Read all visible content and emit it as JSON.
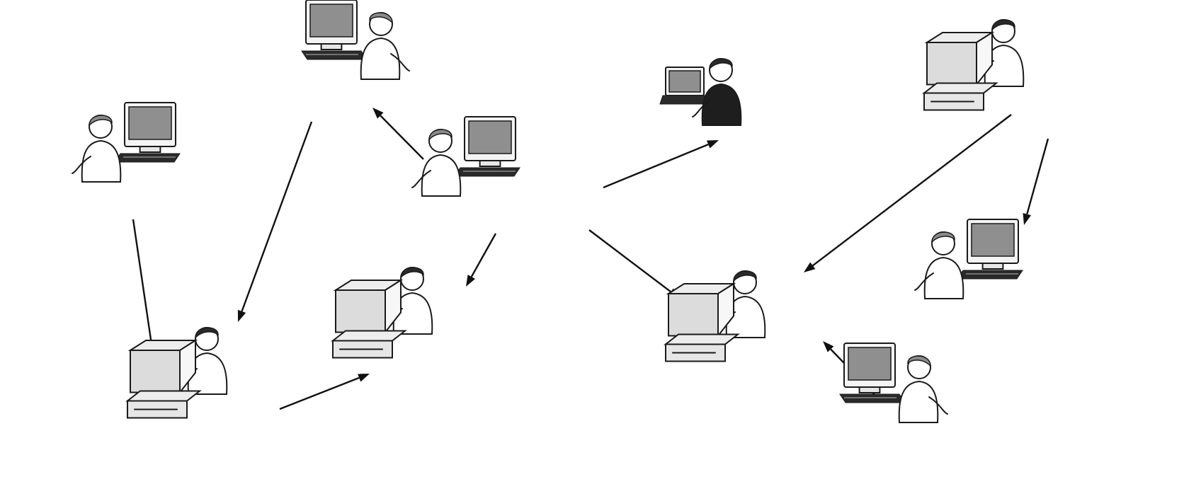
{
  "diagram": {
    "type": "peer-to-peer-network",
    "background_color": "#ffffff",
    "ink_color": "#1a1a1a",
    "nodes": [
      {
        "id": "n1",
        "icon": "person-at-desktop-computer"
      },
      {
        "id": "n2",
        "icon": "person-at-desktop-computer"
      },
      {
        "id": "n3",
        "icon": "person-at-workstation"
      },
      {
        "id": "n4",
        "icon": "person-at-workstation"
      },
      {
        "id": "n5",
        "icon": "person-at-desktop-computer"
      },
      {
        "id": "n6",
        "icon": "person-at-laptop"
      },
      {
        "id": "n7",
        "icon": "person-at-workstation"
      },
      {
        "id": "n8",
        "icon": "person-at-workstation"
      },
      {
        "id": "n9",
        "icon": "person-at-desktop-computer"
      },
      {
        "id": "n10",
        "icon": "person-at-desktop-computer"
      }
    ],
    "edges": [
      {
        "from": "n1",
        "to": "n3"
      },
      {
        "from": "n2",
        "to": "n3"
      },
      {
        "from": "n3",
        "to": "n4"
      },
      {
        "from": "n5",
        "to": "n2"
      },
      {
        "from": "n5",
        "to": "n4"
      },
      {
        "from": "n5",
        "to": "n6"
      },
      {
        "from": "n5",
        "to": "n7"
      },
      {
        "from": "n8",
        "to": "n7"
      },
      {
        "from": "n8",
        "to": "n9"
      },
      {
        "from": "n10",
        "to": "n7"
      }
    ]
  }
}
